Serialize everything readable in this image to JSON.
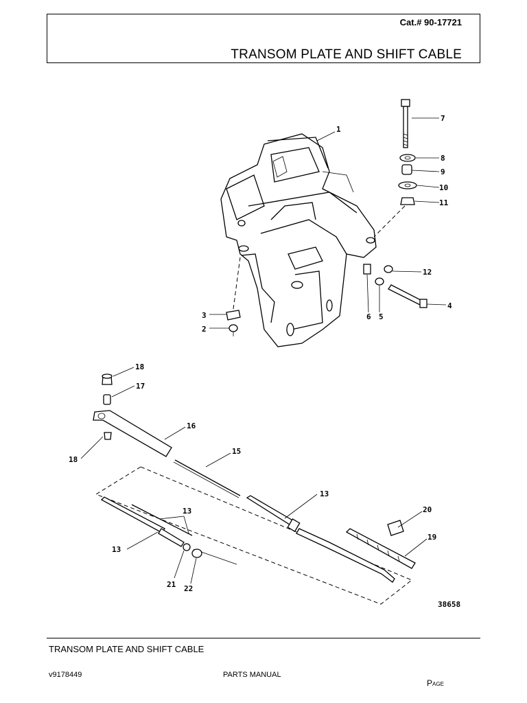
{
  "header": {
    "catalog_number": "Cat.# 90-17721",
    "title": "TRANSOM PLATE AND SHIFT CABLE"
  },
  "diagram": {
    "drawing_number": "38658",
    "callouts": [
      "1",
      "2",
      "3",
      "4",
      "5",
      "6",
      "7",
      "8",
      "9",
      "10",
      "11",
      "12",
      "13",
      "13",
      "13",
      "13",
      "15",
      "16",
      "17",
      "18",
      "18",
      "19",
      "20",
      "21",
      "22"
    ]
  },
  "footer": {
    "section_title": "TRANSOM PLATE AND SHIFT CABLE",
    "code": "v9178449",
    "manual_label": "PARTS MANUAL",
    "page_label": "Page"
  }
}
